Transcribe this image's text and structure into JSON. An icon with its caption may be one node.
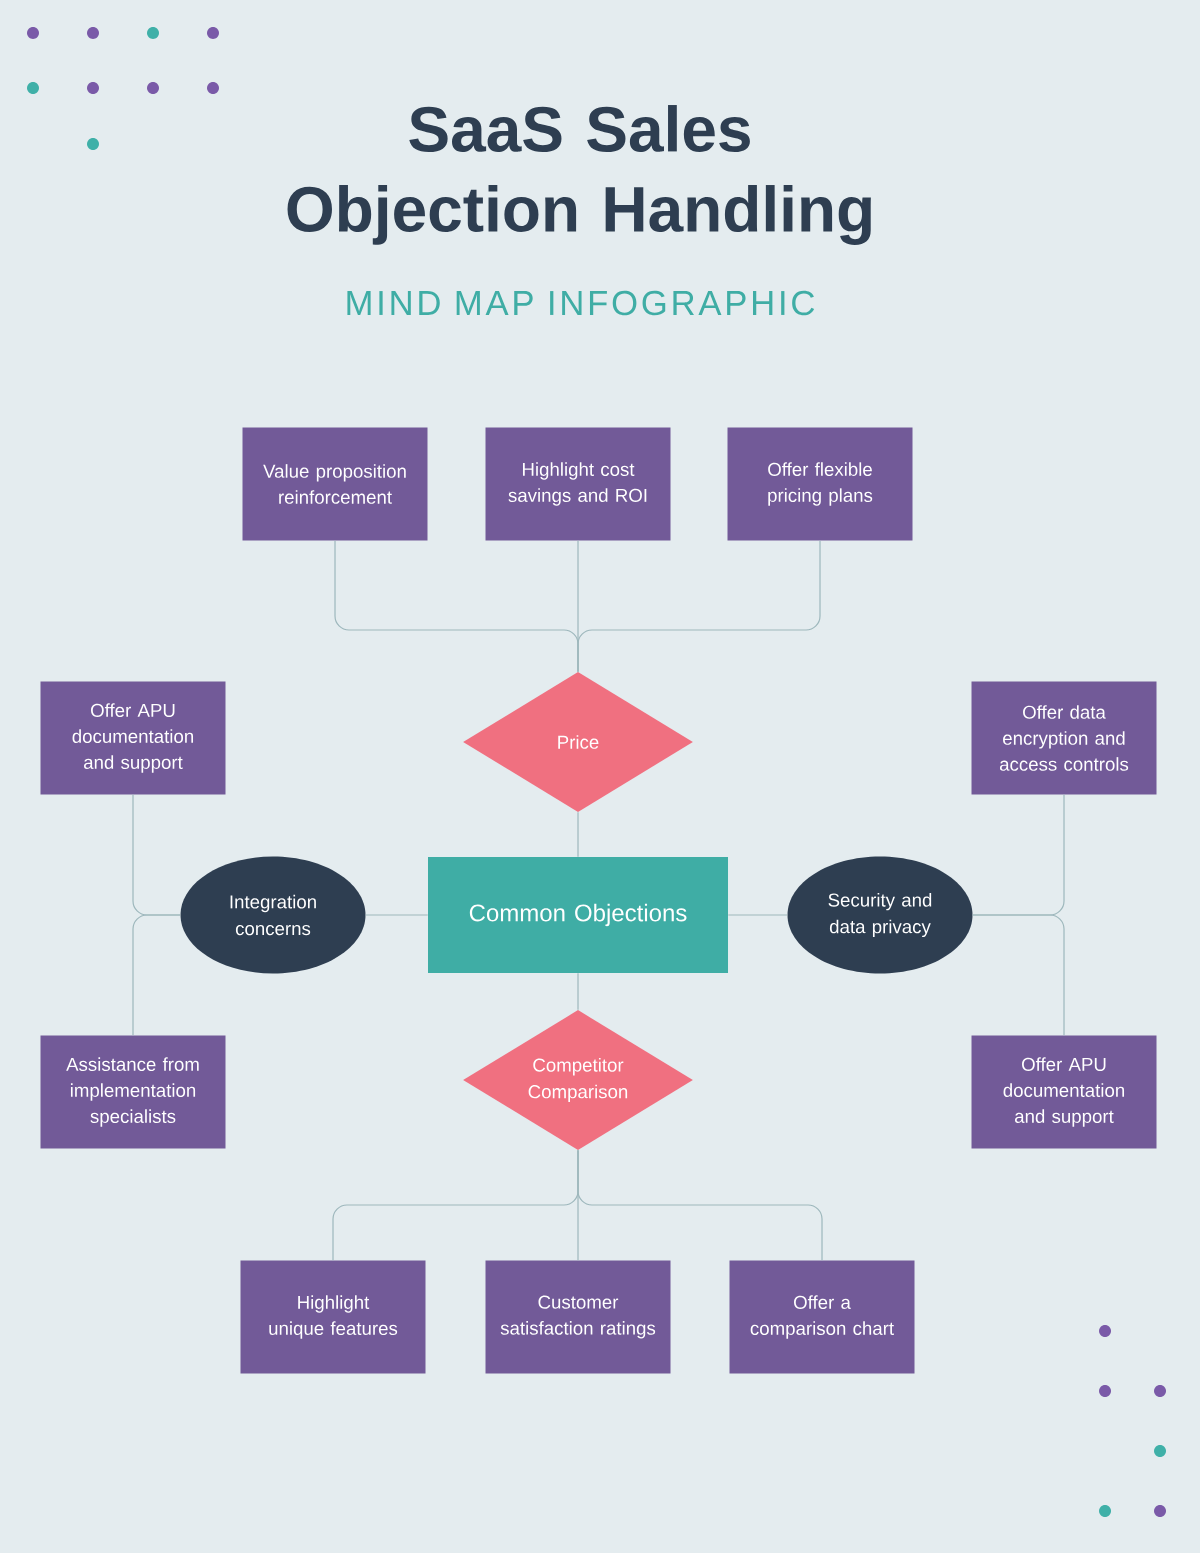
{
  "diagram": {
    "title": "SaaS Sales Objection Handling",
    "nodes": [
      {
        "text": [
          "Common Objections"
        ]
      },
      {
        "text": [
          "Price"
        ]
      },
      {
        "text": [
          "Value proposition reinforcement"
        ]
      },
      {
        "text": [
          "Highlight cost savings and ROI"
        ]
      },
      {
        "text": [
          "Offer flexible pricing plans"
        ]
      },
      {
        "text": [
          "Integration concerns"
        ]
      },
      {
        "text": [
          "Offer APU documentation and support"
        ]
      },
      {
        "text": [
          "Assistance from implementation specialists"
        ]
      },
      {
        "text": [
          "Security and data privacy"
        ]
      },
      {
        "text": [
          "Offer data encryption and access controls"
        ]
      },
      {
        "text": [
          "Offer APU documentation and support"
        ]
      },
      {
        "text": [
          "Competitor Comparison"
        ]
      },
      {
        "text": [
          "Highlight unique features"
        ]
      },
      {
        "text": [
          "Customer satisfaction ratings"
        ]
      },
      {
        "text": [
          "Offer a comparison chart"
        ]
      }
    ],
    "edges": [
      {
        "from": 0,
        "to": 1,
        "arrow": "none"
      },
      {
        "from": 1,
        "to": 2,
        "arrow": "none"
      },
      {
        "from": 1,
        "to": 3,
        "arrow": "none"
      },
      {
        "from": 1,
        "to": 4,
        "arrow": "none"
      },
      {
        "from": 0,
        "to": 5,
        "arrow": "none"
      },
      {
        "from": 5,
        "to": 6,
        "arrow": "none"
      },
      {
        "from": 5,
        "to": 7,
        "arrow": "none"
      },
      {
        "from": 0,
        "to": 8,
        "arrow": "none"
      },
      {
        "from": 8,
        "to": 9,
        "arrow": "none"
      },
      {
        "from": 8,
        "to": 10,
        "arrow": "none"
      },
      {
        "from": 0,
        "to": 11,
        "arrow": "none"
      },
      {
        "from": 11,
        "to": 12,
        "arrow": "none"
      },
      {
        "from": 11,
        "to": 13,
        "arrow": "none"
      },
      {
        "from": 11,
        "to": 14,
        "arrow": "none"
      }
    ],
    "labels": [
      "MIND MAP INFOGRAPHIC"
    ]
  }
}
